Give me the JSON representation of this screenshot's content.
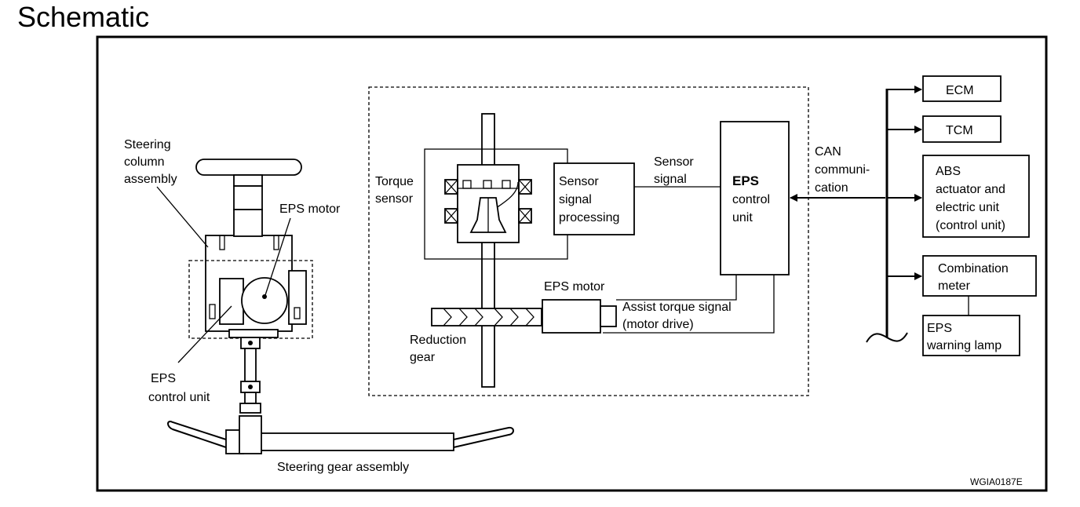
{
  "title": "Schematic",
  "figure_code": "WGIA0187E",
  "left_labels": {
    "steering_column": [
      "Steering",
      "column",
      "assembly"
    ],
    "eps_motor": "EPS motor",
    "eps_control_unit": [
      "EPS",
      "control unit"
    ],
    "steering_gear": "Steering gear assembly"
  },
  "center_labels": {
    "torque_sensor": [
      "Torque",
      "sensor"
    ],
    "sensor_signal_processing": [
      "Sensor",
      "signal",
      "processing"
    ],
    "sensor_signal": [
      "Sensor",
      "signal"
    ],
    "eps_control_unit_bold": "EPS",
    "eps_control_unit": [
      "control",
      "unit"
    ],
    "eps_motor": "EPS motor",
    "assist_torque": [
      "Assist torque signal",
      "(motor drive)"
    ],
    "reduction_gear": [
      "Reduction",
      "gear"
    ]
  },
  "can_label": [
    "CAN",
    "communi-",
    "cation"
  ],
  "modules": {
    "ecm": "ECM",
    "tcm": "TCM",
    "abs": [
      "ABS",
      "actuator and",
      "electric unit",
      "(control unit)"
    ],
    "combination_meter": [
      "Combination",
      "meter"
    ],
    "eps_warning_lamp": [
      "EPS",
      "warning lamp"
    ]
  }
}
